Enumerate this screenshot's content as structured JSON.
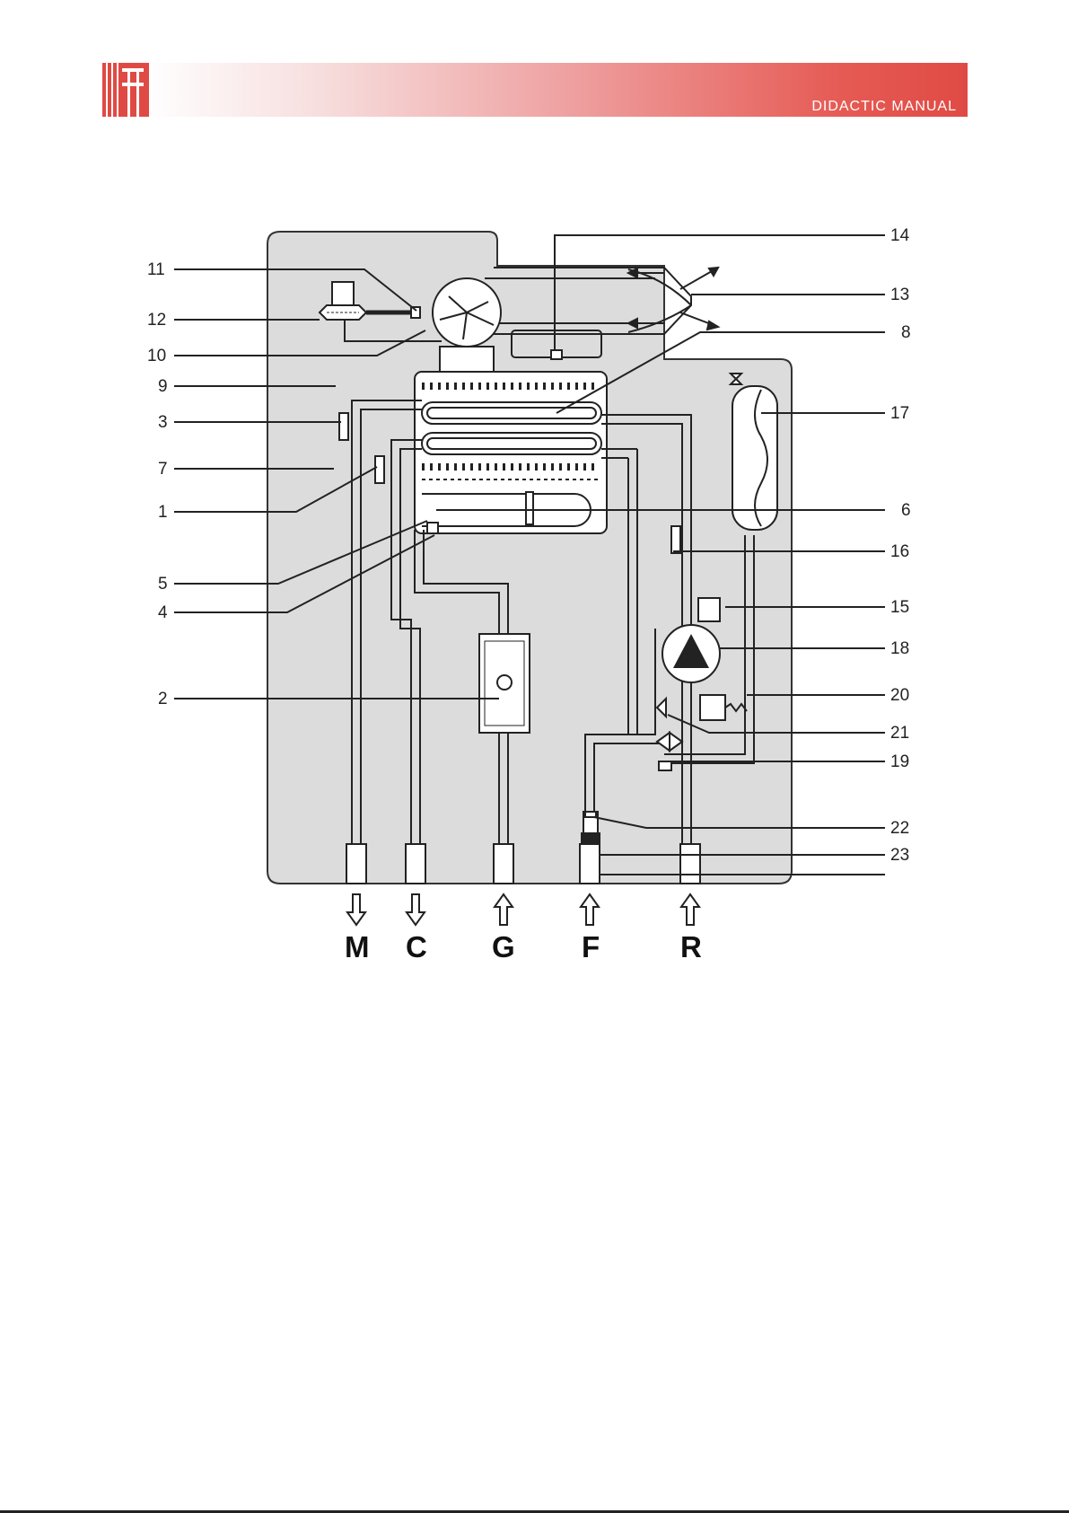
{
  "header": {
    "title": "DIDACTIC MANUAL",
    "brand_color": "#e04a44"
  },
  "callouts": {
    "c1": "1",
    "c2": "2",
    "c3": "3",
    "c4": "4",
    "c5": "5",
    "c6": "6",
    "c7": "7",
    "c8": "8",
    "c9": "9",
    "c10": "10",
    "c11": "11",
    "c12": "12",
    "c13": "13",
    "c14": "14",
    "c15": "15",
    "c16": "16",
    "c17": "17",
    "c18": "18",
    "c19": "19",
    "c20": "20",
    "c21": "21",
    "c22": "22",
    "c23": "23"
  },
  "connections": {
    "m": "M",
    "c": "C",
    "g": "G",
    "f": "F",
    "r": "R"
  },
  "icons": [
    "pump-icon",
    "fan-icon",
    "gas-valve-icon",
    "expansion-vessel-icon",
    "pressure-switch-icon"
  ],
  "colors": {
    "casing": "#dcdcdc",
    "line": "#222222"
  }
}
